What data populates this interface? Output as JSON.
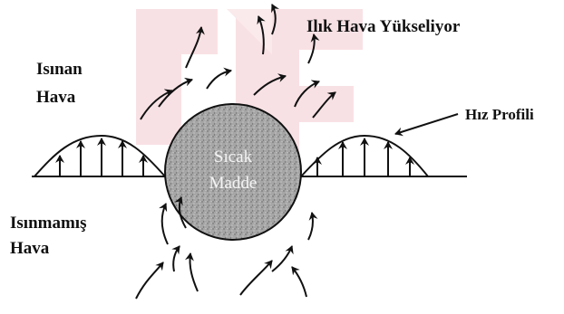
{
  "labels": {
    "rising_air": "Ilık Hava Yükseliyor",
    "heated_air_line1": "Isınan",
    "heated_air_line2": "Hava",
    "unheated_air_line1": "Isınmamış",
    "unheated_air_line2": "Hava",
    "velocity_profile": "Hız Profili",
    "hot_object_line1": "Sıcak",
    "hot_object_line2": "Madde"
  },
  "colors": {
    "watermark": "#f3c9cf",
    "ink": "#111111",
    "sphere_fill": "#9a9a9a"
  },
  "icons": {
    "flow_arrow": "curved-arrow-icon",
    "profile_arrow": "up-arrow-icon"
  }
}
